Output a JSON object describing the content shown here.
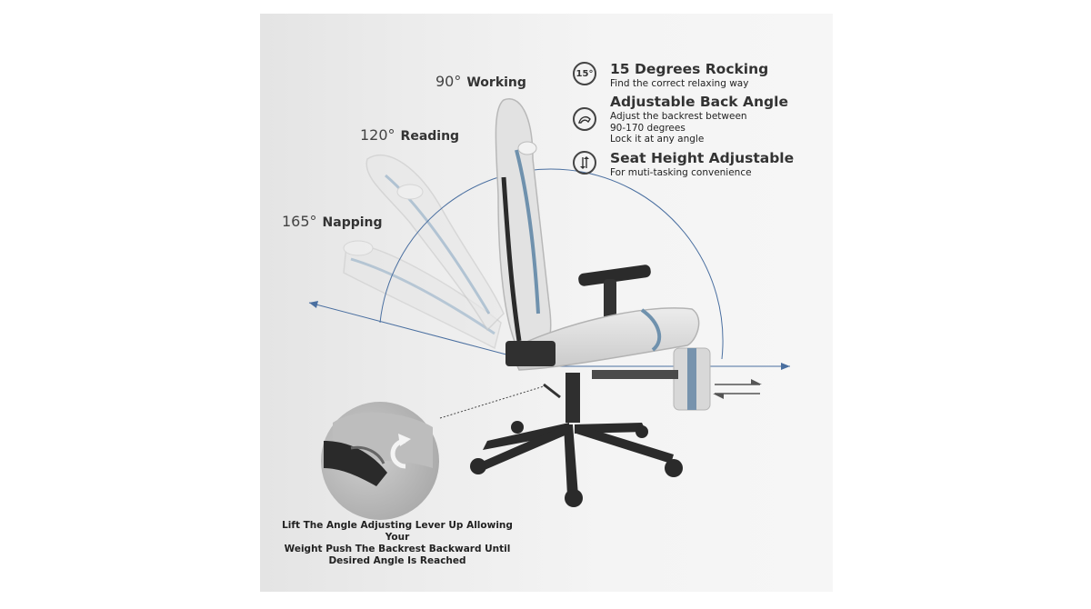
{
  "angles": [
    {
      "degree": "90°",
      "label": "Working"
    },
    {
      "degree": "120°",
      "label": "Reading"
    },
    {
      "degree": "165°",
      "label": "Napping"
    }
  ],
  "features": [
    {
      "icon": "rocking-15-icon",
      "icon_text": "15°",
      "title": "15 Degrees Rocking",
      "lines": [
        "Find the correct relaxing way"
      ]
    },
    {
      "icon": "back-angle-icon",
      "title": "Adjustable Back Angle",
      "lines": [
        "Adjust the backrest between",
        "90-170 degrees",
        "Lock it at any angle"
      ]
    },
    {
      "icon": "seat-height-icon",
      "title": "Seat Height Adjustable",
      "lines": [
        "For muti-tasking convenience"
      ]
    }
  ],
  "caption_lines": [
    "Lift The Angle Adjusting Lever Up Allowing Your",
    "Weight Push The Backrest Backward Until",
    "Desired Angle Is Reached"
  ],
  "colors": {
    "arc_line": "#4a6fa0",
    "chair_accent": "#6f91ad",
    "chair_body": "#dcdcdc",
    "chair_frame": "#2b2b2b",
    "text": "#333333"
  }
}
